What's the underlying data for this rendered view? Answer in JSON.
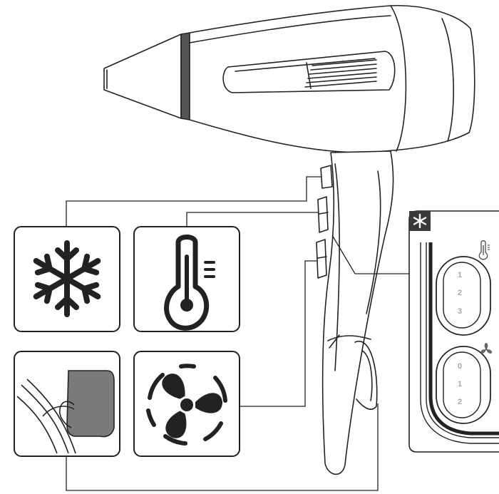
{
  "diagram": {
    "panel_badge_icon": "asterisk-icon",
    "feature_icons": [
      "snowflake-icon",
      "thermometer-icon",
      "hook-hanger-icon",
      "fan-icon"
    ],
    "heat_slider": {
      "icon": "thermometer-small-icon",
      "labels": [
        "1",
        "2",
        "3"
      ]
    },
    "speed_slider": {
      "icon": "fan-small-icon",
      "labels": [
        "0",
        "1",
        "2"
      ]
    },
    "colors": {
      "outline": "#222222",
      "hook_fill": "#7a7a7a",
      "nozzle_band": "#555555",
      "badge_bg": "#3a3a3a",
      "slider_text": "#a8a8a8"
    }
  }
}
